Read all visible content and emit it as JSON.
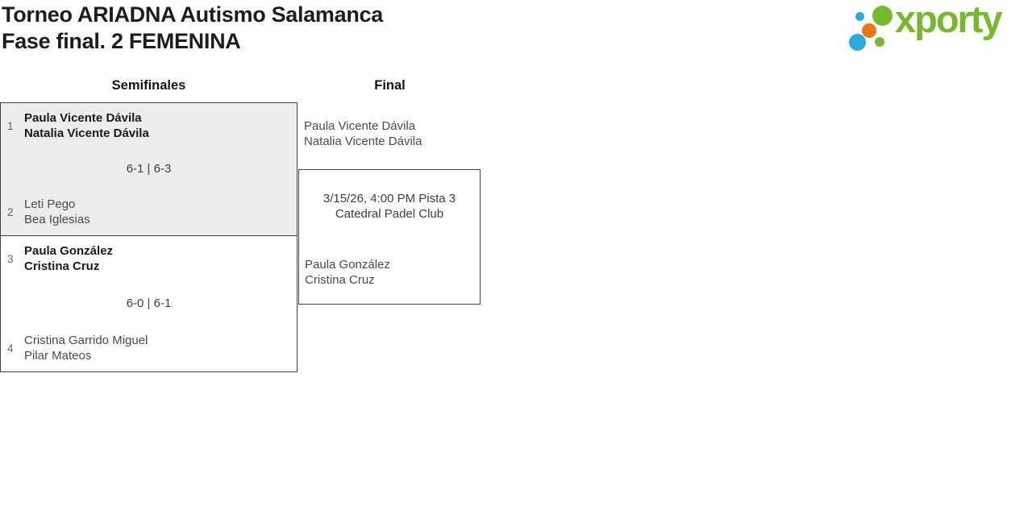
{
  "header": {
    "title_line1": "Torneo ARIADNA Autismo Salamanca",
    "title_line2": "Fase final. 2 FEMENINA"
  },
  "logo": {
    "brand": "xporty",
    "colors": {
      "green": "#76b82e",
      "blue": "#2ba9e0",
      "orange": "#e87816"
    }
  },
  "bracket": {
    "rounds": [
      {
        "label": "Semifinales"
      },
      {
        "label": "Final"
      }
    ],
    "semifinals": [
      {
        "score": "6-1 | 6-3",
        "highlighted": true,
        "teams": [
          {
            "seed": "1",
            "winner": true,
            "players": [
              "Paula Vicente Dávila",
              "Natalia Vicente Dávila"
            ]
          },
          {
            "seed": "2",
            "winner": false,
            "players": [
              "Leti Pego",
              "Bea Iglesias"
            ]
          }
        ]
      },
      {
        "score": "6-0 | 6-1",
        "highlighted": false,
        "teams": [
          {
            "seed": "3",
            "winner": true,
            "players": [
              "Paula González",
              "Cristina Cruz"
            ]
          },
          {
            "seed": "4",
            "winner": false,
            "players": [
              "Cristina Garrido Miguel",
              "Pilar Mateos"
            ]
          }
        ]
      }
    ],
    "final": {
      "schedule": {
        "datetime_court": "3/15/26, 4:00 PM Pista 3",
        "venue": "Catedral Padel Club"
      },
      "teams": [
        {
          "players": [
            "Paula Vicente Dávila",
            "Natalia Vicente Dávila"
          ]
        },
        {
          "players": [
            "Paula González",
            "Cristina Cruz"
          ]
        }
      ]
    }
  }
}
